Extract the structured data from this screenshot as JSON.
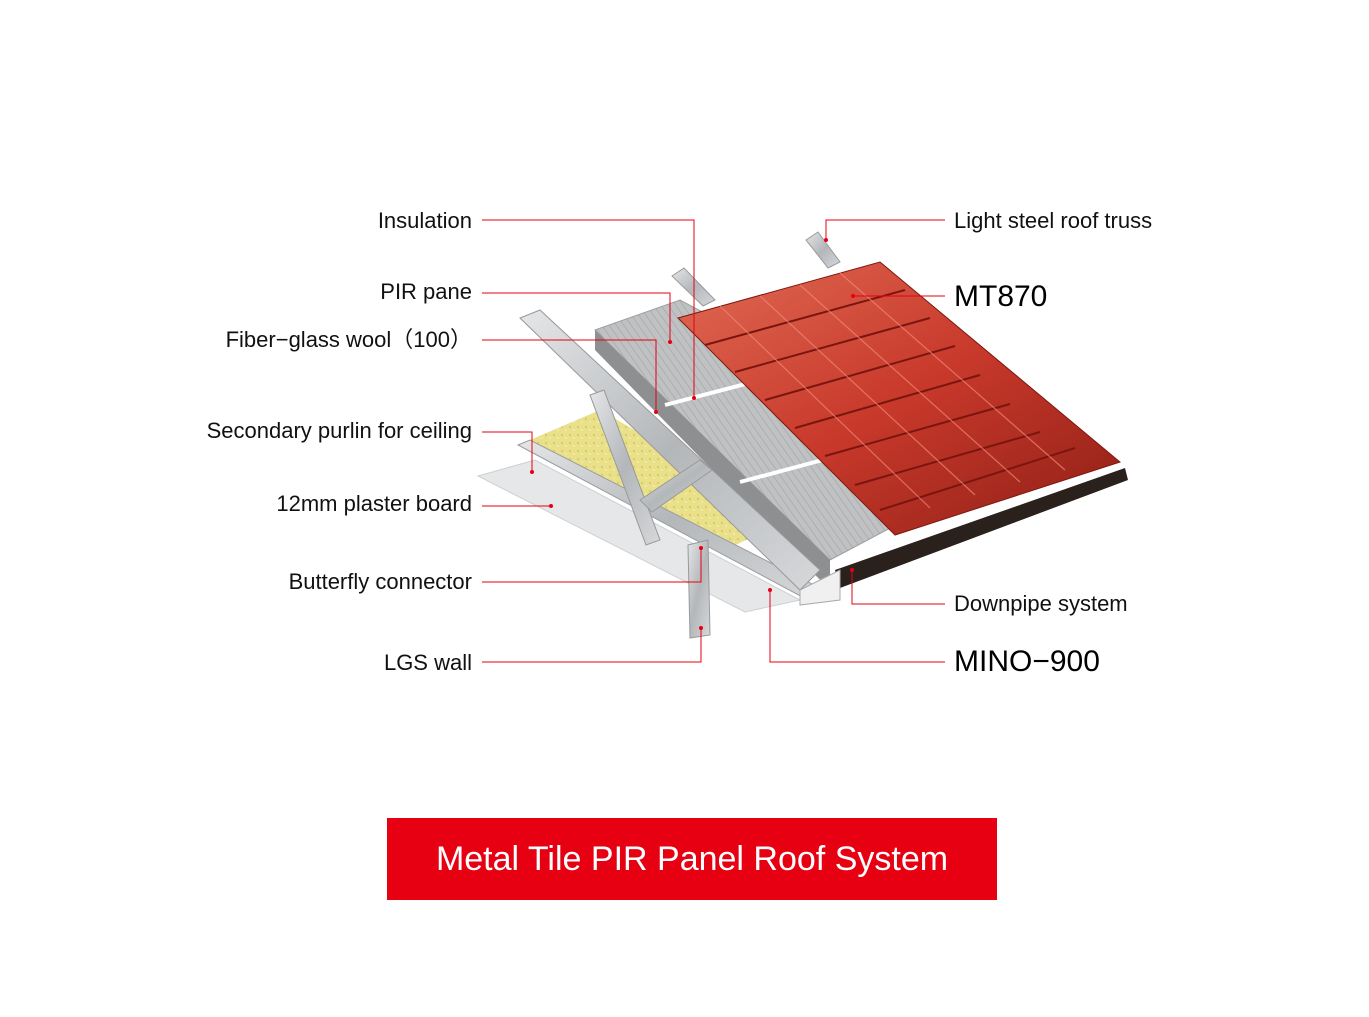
{
  "labels_left": {
    "insulation": "Insulation",
    "pir_pane": "PIR pane",
    "fiberglass": "Fiber−glass wool（100）",
    "secondary_purlin": "Secondary purlin for ceiling",
    "plaster_board": "12mm plaster board",
    "butterfly_connector": "Butterfly connector",
    "lgs_wall": "LGS wall"
  },
  "labels_right": {
    "roof_truss": "Light steel roof truss",
    "mt870": "MT870",
    "downpipe": "Downpipe system",
    "mino900": "MINO−900"
  },
  "title": "Metal Tile PIR Panel Roof System",
  "colors": {
    "accent": "#e60012",
    "leader": "#e60012",
    "tile": "#c8392b",
    "steel": "#c9cbcd",
    "panel": "#b9bbbd",
    "wool": "#e8e08a",
    "gutter": "#2a201c"
  }
}
